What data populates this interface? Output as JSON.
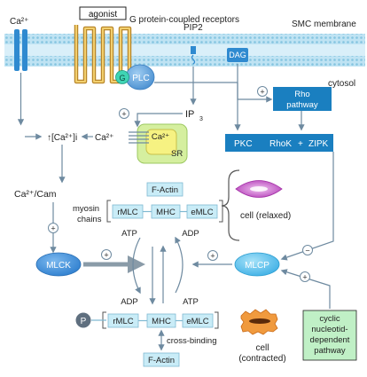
{
  "membrane": {
    "label": "SMC membrane",
    "gpcr_label": "G protein-coupled receptors",
    "agonist_label": "agonist",
    "g_label": "G",
    "plc_label": "PLC",
    "pip2_label": "PIP2",
    "dag_label": "DAG",
    "ca_channel_label": "Ca²⁺",
    "cytosol_label": "cytosol"
  },
  "signals": {
    "ip3_label": "IP",
    "ip3_sub": "3",
    "rho_pathway_label": [
      "Rho",
      "pathway"
    ],
    "kinases": [
      "PKC",
      "RhoK",
      "+",
      "ZIPK"
    ],
    "sr_ca_label": "Ca²⁺",
    "sr_label": "SR",
    "ca_i_label": "↑[Ca²⁺]i",
    "ca_mid_label": "Ca²⁺",
    "ca_cam_label": "Ca²⁺/Cam"
  },
  "relaxed": {
    "factin_label": "F-Actin",
    "myosin_label": [
      "myosin",
      "chains"
    ],
    "rmlc": "rMLC",
    "mhc": "MHC",
    "emlc": "eMLC",
    "cell_label": "cell (relaxed)"
  },
  "cycle": {
    "mlck_label": "MLCK",
    "mlcp_label": "MLCP",
    "atp_top_left": "ATP",
    "adp_top_right": "ADP",
    "adp_bottom_left": "ADP",
    "atp_bottom_right": "ATP"
  },
  "contracted": {
    "p_label": "P",
    "rmlc": "rMLC",
    "mhc": "MHC",
    "emlc": "eMLC",
    "cross_binding": "cross-binding",
    "factin_label": "F-Actin",
    "cell_label": [
      "cell",
      "(contracted)"
    ]
  },
  "cgmp": {
    "label": [
      "cyclic",
      "nucleotid-",
      "dependent",
      "pathway"
    ]
  },
  "signs": {
    "plus": "+",
    "minus": "−"
  },
  "colors": {
    "membrane_blue": "#bfe3f3",
    "membrane_dot": "#7fbfdc",
    "dark_blue": "#1a7fc0",
    "light_blue_box": "#c9ecf7",
    "sr_green": "#d9f0a3",
    "sr_yellow": "#f6f28a",
    "mlck_blue": "#3d8fd9",
    "mlcp_blue": "#55bcea",
    "relaxed_cell": "#c24bc4",
    "contracted_cell": "#e8822a",
    "cgmp_green": "#bdf0c4",
    "arrow_gray": "#6e8aa0",
    "gpcr_orange": "#c9962a"
  }
}
